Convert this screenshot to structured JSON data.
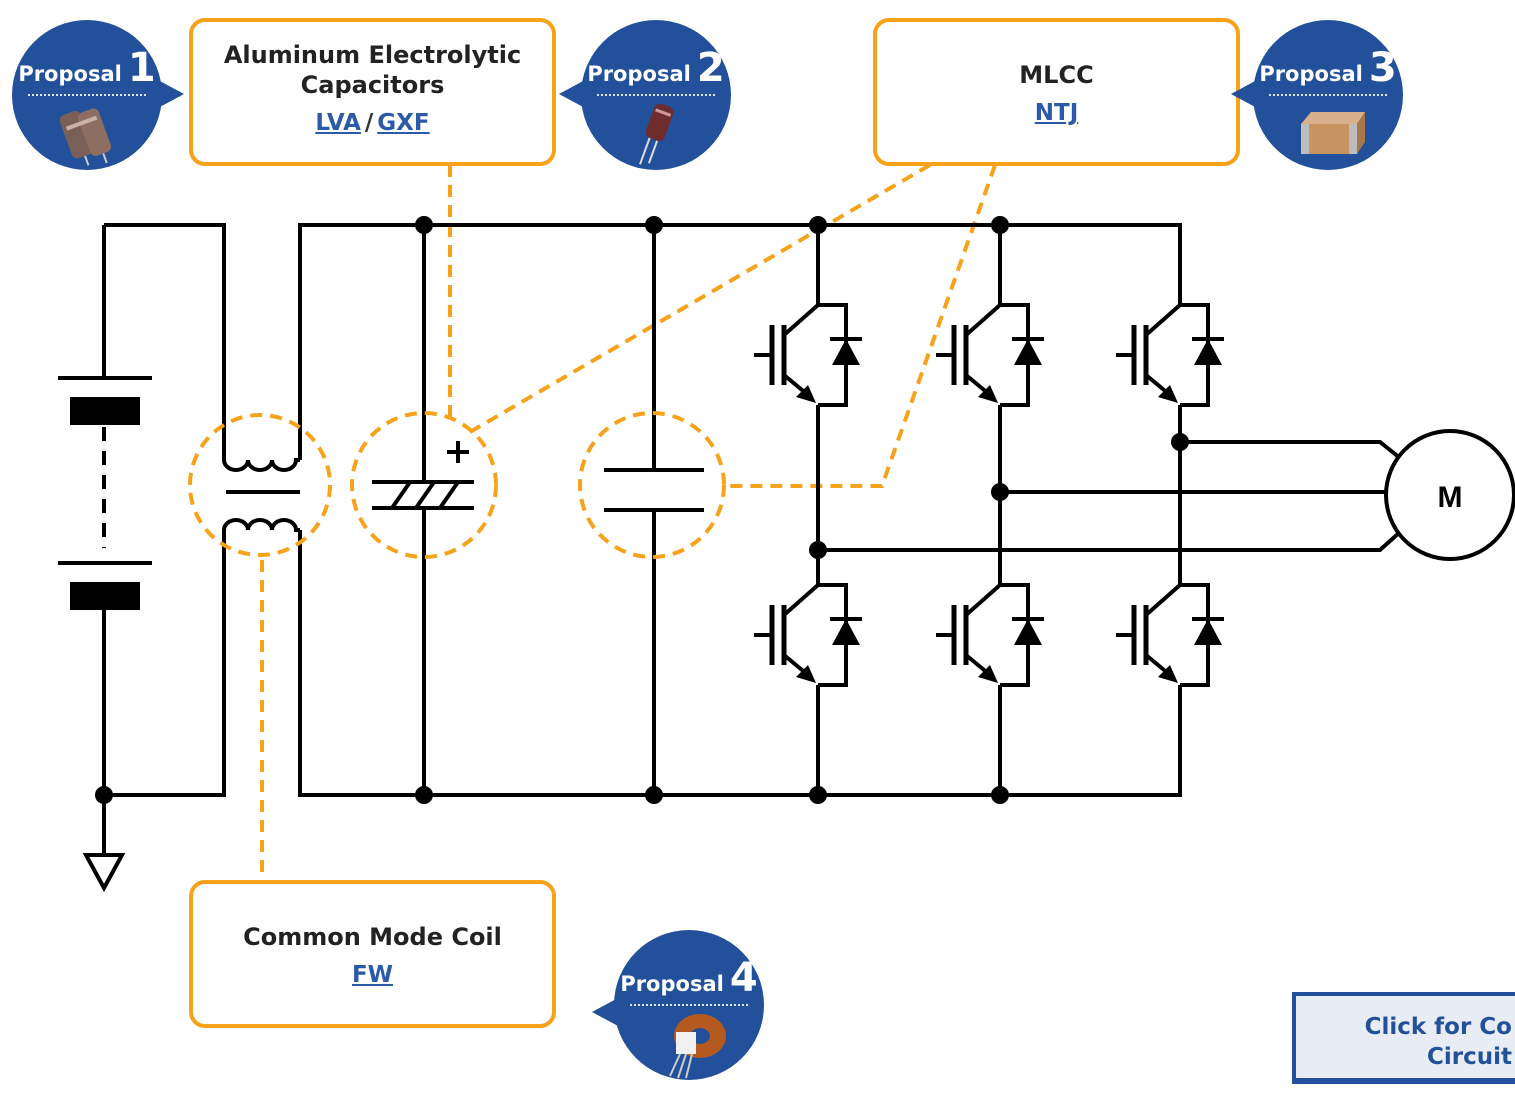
{
  "callouts": {
    "aluminum": {
      "title_line1": "Aluminum Electrolytic",
      "title_line2": "Capacitors",
      "link1": "LVA",
      "separator": "/",
      "link2": "GXF"
    },
    "mlcc": {
      "title": "MLCC",
      "link1": "NTJ"
    },
    "cmc": {
      "title": "Common Mode Coil",
      "link1": "FW"
    }
  },
  "badges": [
    {
      "word": "Proposal",
      "number": "1",
      "icon": "radial-capacitor-pair-icon"
    },
    {
      "word": "Proposal",
      "number": "2",
      "icon": "radial-capacitor-icon"
    },
    {
      "word": "Proposal",
      "number": "3",
      "icon": "chip-capacitor-icon"
    },
    {
      "word": "Proposal",
      "number": "4",
      "icon": "toroidal-coil-icon"
    }
  ],
  "circuit": {
    "motor_label": "M"
  },
  "contact_button": {
    "line1": "Click for Co",
    "line2": "Circuit"
  },
  "colors": {
    "accent": "#f7a21b",
    "badge": "#22509a",
    "link": "#2a5aa8",
    "wire": "#000000"
  }
}
